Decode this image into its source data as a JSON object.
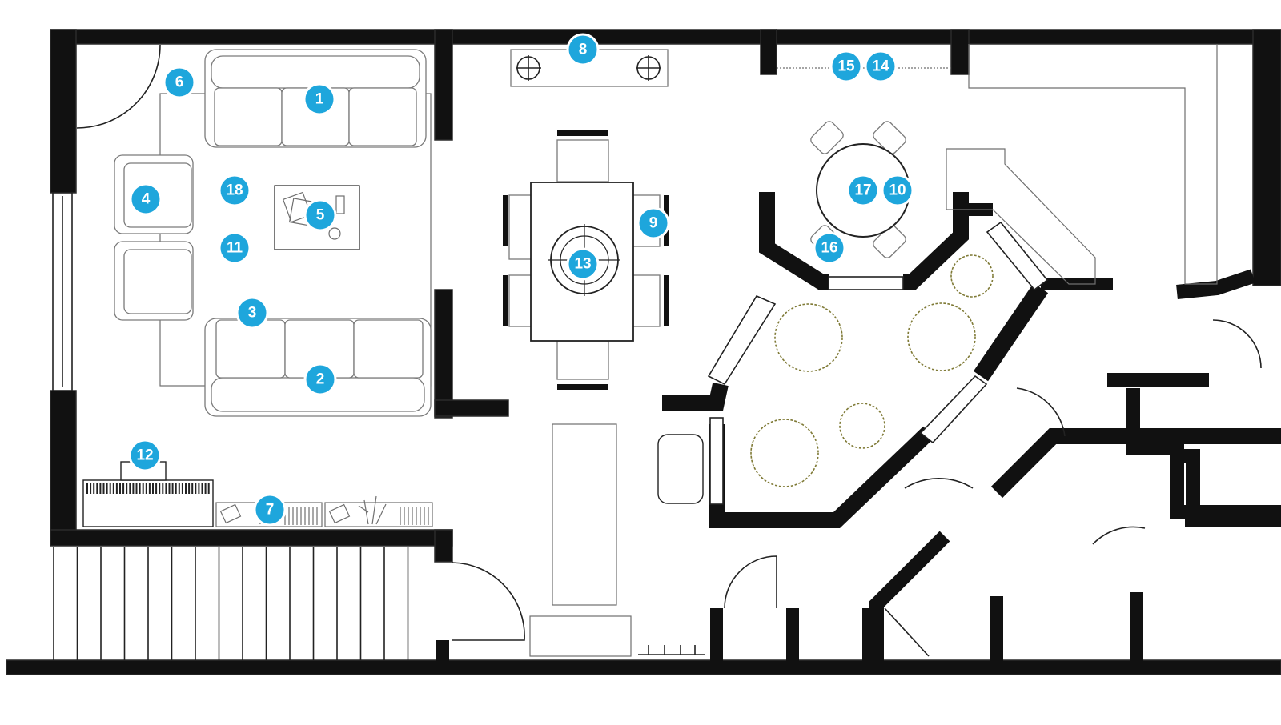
{
  "diagram": {
    "type": "floor-plan",
    "marker_color": "#1ea6dc",
    "wall_color": "#111111",
    "plant_color": "#7f7a36"
  },
  "markers": [
    {
      "label": "1"
    },
    {
      "label": "2"
    },
    {
      "label": "3"
    },
    {
      "label": "4"
    },
    {
      "label": "5"
    },
    {
      "label": "6"
    },
    {
      "label": "7"
    },
    {
      "label": "8"
    },
    {
      "label": "9"
    },
    {
      "label": "10"
    },
    {
      "label": "11"
    },
    {
      "label": "12"
    },
    {
      "label": "13"
    },
    {
      "label": "14"
    },
    {
      "label": "15"
    },
    {
      "label": "16"
    },
    {
      "label": "17"
    },
    {
      "label": "18"
    }
  ]
}
